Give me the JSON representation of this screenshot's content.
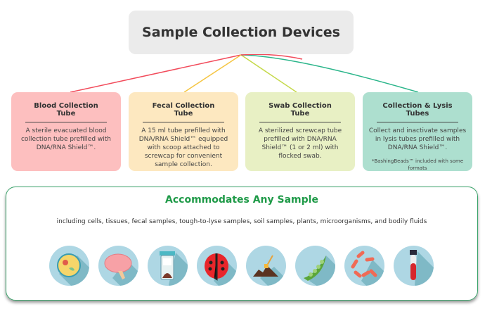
{
  "title": "Sample Collection Devices",
  "colors": {
    "red": "#f24b5b",
    "yellow": "#f5c542",
    "lime": "#c5d94a",
    "teal": "#2ab58a",
    "accent": "#1f9a48"
  },
  "cards": [
    {
      "title": "Blood Collection Tube",
      "text": "A sterile evacuated blood collection tube prefilled with DNA/RNA Shield™.",
      "bg": "#fdbfbf"
    },
    {
      "title": "Fecal Collection Tube",
      "text": "A 15 ml tube prefilled with DNA/RNA Shield™ equipped with scoop attached to screwcap for convenient sample collection.",
      "bg": "#fde8c0"
    },
    {
      "title": "Swab Collection Tube",
      "text": "A sterilized screwcap tube prefilled with DNA/RNA Shield™ (1 or 2 ml) with flocked swab.",
      "bg": "#e8f0c4"
    },
    {
      "title": "Collection & Lysis Tubes",
      "text": "Collect and inactivate samples in lysis tubes prefilled with DNA/RNA Shield™.",
      "note": "*BashingBeads™ included with some formats",
      "bg": "#addfcf"
    }
  ],
  "panel": {
    "heading": "Accommodates Any Sample",
    "subtitle": "including cells, tissues, fecal samples, tough-to-lyse samples, soil samples, plants, microorganisms, and bodily fluids",
    "icons": [
      "cell-icon",
      "brain-icon",
      "fecal-tube-icon",
      "ladybug-icon",
      "soil-icon",
      "pea-pod-icon",
      "bacteria-icon",
      "blood-tube-icon"
    ]
  }
}
